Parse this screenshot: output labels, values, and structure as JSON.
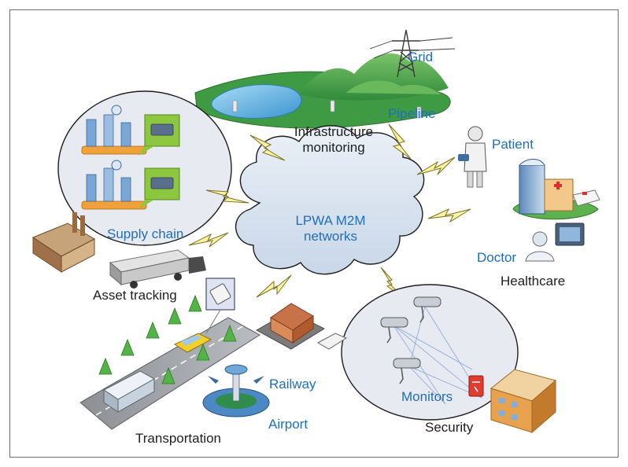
{
  "diagram": {
    "center": {
      "line1": "LPWA M2M",
      "line2": "networks"
    },
    "labels": {
      "grid": "Grid",
      "pipeline": "Pipeline",
      "infrastructure_line1": "Infrastructure",
      "infrastructure_line2": "monitoring",
      "patient": "Patient",
      "doctor": "Doctor",
      "healthcare": "Healthcare",
      "supply_chain": "Supply chain",
      "asset_tracking": "Asset tracking",
      "railway": "Railway",
      "airport": "Airport",
      "transportation": "Transportation",
      "monitors": "Monitors",
      "security": "Security"
    },
    "colors": {
      "label_blue": "#1f6fb8",
      "label_dark": "#1e1e1e",
      "cloud_fill": "#d7e2ef",
      "lightning_fill": "#fbf5a2",
      "bubble_fill": "#e8eaf1",
      "grass": "#4fa84a",
      "water": "#6db8e6"
    }
  }
}
